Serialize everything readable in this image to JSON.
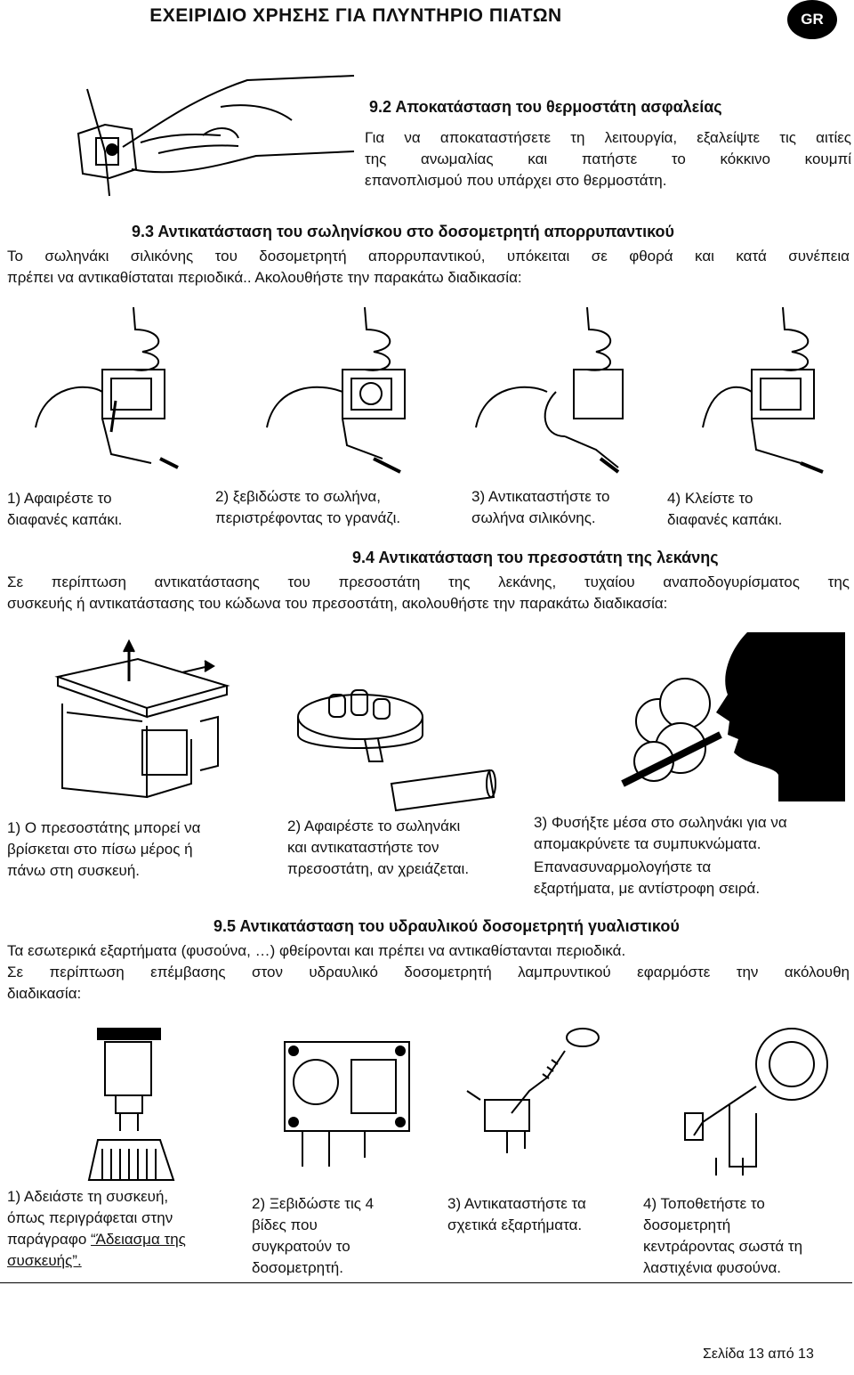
{
  "header": {
    "title": "ΕΧΕΙΡΙΔΙΟ ΧΡΗΣΗΣ ΓΙΑ ΠΛΥΝΤΗΡΙΟ ΠΙΑΤΩΝ",
    "lang_badge": "GR"
  },
  "s92": {
    "heading": "9.2  Αποκατάσταση του θερμοστάτη ασφαλείας",
    "line1": "Για να αποκαταστήσετε τη λειτουργία, εξαλείψτε τις αιτίες",
    "line2": "της ανωμαλίας και πατήστε το κόκκινο κουμπί",
    "line3": "επανοπλισμού που υπάρχει στο θερμοστάτη."
  },
  "s93": {
    "heading": "9.3  Αντικατάσταση του σωληνίσκου στο δοσομετρητή απορρυπαντικού",
    "line1": "Το σωληνάκι σιλικόνης του δοσομετρητή απορρυπαντικού, υπόκειται σε φθορά και κατά συνέπεια",
    "line2": "πρέπει να αντικαθίσταται περιοδικά.. Ακολουθήστε την παρακάτω διαδικασία:",
    "steps": [
      {
        "l1": "1) Αφαιρέστε το",
        "l2": "διαφανές καπάκι."
      },
      {
        "l1": "2) ξεβιδώστε το σωλήνα,",
        "l2": "περιστρέφοντας το γρανάζι."
      },
      {
        "l1": "3) Αντικαταστήστε το",
        "l2": "σωλήνα σιλικόνης."
      },
      {
        "l1": "4) Κλείστε το",
        "l2": "διαφανές καπάκι."
      }
    ]
  },
  "s94": {
    "heading": "9.4  Αντικατάσταση του πρεσοστάτη της λεκάνης",
    "line1": "Σε περίπτωση αντικατάστασης του πρεσοστάτη της λεκάνης, τυχαίου αναποδογυρίσματος της",
    "line2": "συσκευής ή  αντικατάστασης του κώδωνα του  πρεσοστάτη, ακολουθήστε την παρακάτω διαδικασία:",
    "step1": [
      "1) Ο πρεσοστάτης μπορεί να",
      "βρίσκεται στο πίσω μέρος ή",
      "πάνω στη συσκευή."
    ],
    "step2": [
      "2) Αφαιρέστε το σωληνάκι",
      "και αντικαταστήστε τον",
      "πρεσοστάτη, αν χρειάζεται."
    ],
    "step3": [
      "3) Φυσήξτε μέσα στο σωληνάκι για να",
      "απομακρύνετε τα συμπυκνώματα.",
      "Επανασυναρμολογήστε τα",
      "εξαρτήματα, με αντίστροφη σειρά."
    ]
  },
  "s95": {
    "heading": "9.5  Αντικατάσταση του υδραυλικού δοσομετρητή γυαλιστικού",
    "line1": "Τα εσωτερικά εξαρτήματα (φυσούνα, …) φθείρονται και πρέπει να αντικαθίστανται περιοδικά.",
    "line2": "Σε περίπτωση επέμβασης στον υδραυλικό δοσομετρητή λαμπρυντικού εφαρμόστε την ακόλουθη",
    "line3": "διαδικασία:",
    "step1": {
      "l1": "1) Αδειάστε τη συσκευή,",
      "l2": "όπως περιγράφεται στην",
      "l3a": "παράγραφο ",
      "link1": "“Άδειασμα της",
      "link2": "συσκευής”."
    },
    "step2": [
      "2) Ξεβιδώστε τις 4",
      "βίδες που",
      "συγκρατούν το",
      "δοσομετρητή."
    ],
    "step3": [
      "3) Αντικαταστήστε τα",
      "σχετικά εξαρτήματα."
    ],
    "step4": [
      "4) Τοποθετήστε το",
      "δοσομετρητή",
      "κεντράροντας σωστά τη",
      "λαστιχένια φυσούνα."
    ]
  },
  "footer": {
    "page": "Σελίδα 13 από 13"
  }
}
